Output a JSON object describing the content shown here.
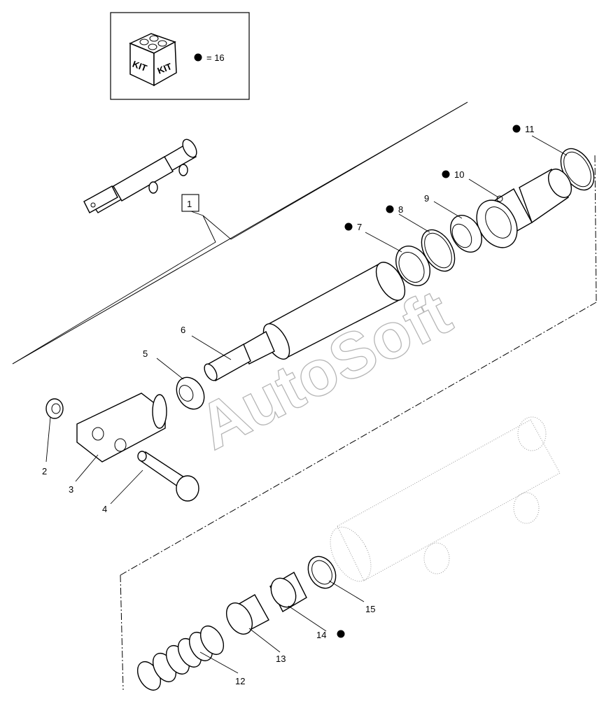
{
  "kit_box": {
    "icon_text_left": "KIT",
    "icon_text_right": "KIT",
    "legend_text": "= 16"
  },
  "watermark": "AutoSoft",
  "callouts": [
    {
      "id": "c1",
      "text": "1",
      "kit": false
    },
    {
      "id": "c2",
      "text": "2",
      "kit": false
    },
    {
      "id": "c3",
      "text": "3",
      "kit": false
    },
    {
      "id": "c4",
      "text": "4",
      "kit": false
    },
    {
      "id": "c5",
      "text": "5",
      "kit": false
    },
    {
      "id": "c6",
      "text": "6",
      "kit": false
    },
    {
      "id": "c7",
      "text": "7",
      "kit": true
    },
    {
      "id": "c8",
      "text": "8",
      "kit": true
    },
    {
      "id": "c9",
      "text": "9",
      "kit": false
    },
    {
      "id": "c10",
      "text": "10",
      "kit": true
    },
    {
      "id": "c11",
      "text": "11",
      "kit": true
    },
    {
      "id": "c12",
      "text": "12",
      "kit": false
    },
    {
      "id": "c13",
      "text": "13",
      "kit": false
    },
    {
      "id": "c14",
      "text": "14",
      "kit": true
    },
    {
      "id": "c15",
      "text": "15",
      "kit": false
    }
  ],
  "colors": {
    "line": "#000000",
    "ghost": "#9a9a9a",
    "watermark": "#7a7a7a"
  }
}
